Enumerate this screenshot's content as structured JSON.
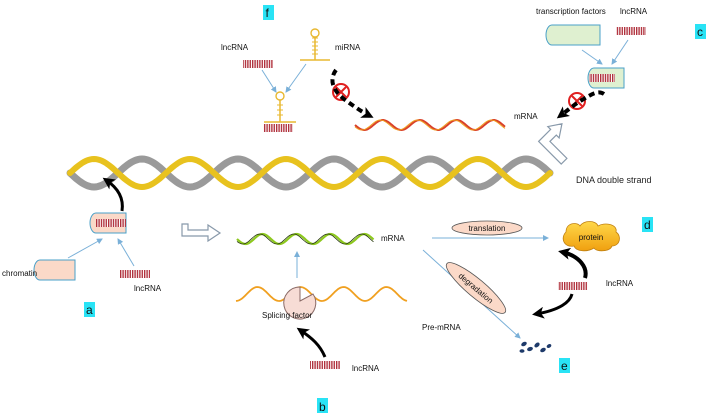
{
  "labels": {
    "lncrna": "lncRNA",
    "mirna": "miRNA",
    "mrna": "mRNA",
    "transcription_factors": "transcription factors",
    "dna_double_strand": "DNA double strand",
    "chromatin": "chromatin",
    "translation": "translation",
    "protein": "protein",
    "degradation": "degradation",
    "pre_mrna": "Pre-mRNA",
    "splicing_factor": "Splicing factor"
  },
  "panels": {
    "a": "a",
    "b": "b",
    "c": "c",
    "d": "d",
    "e": "e",
    "f": "f"
  },
  "colors": {
    "panel_tag_bg": "#29e3f5",
    "lncrna_bar": "#b0303c",
    "dna_yellow": "#e8c21e",
    "dna_grey": "#9a9a9a",
    "mrna_red": "#d9402a",
    "mrna_orange": "#f0a020",
    "mrna_green": "#8dc81e",
    "protein_fill": "#f8b820",
    "arrow_blue": "#7ab0d8",
    "inhibit_red": "#e02020",
    "chromatin_fill": "#fbd9c8",
    "tf_fill": "#dff0d0",
    "hollow_arrow": "#8899aa"
  }
}
